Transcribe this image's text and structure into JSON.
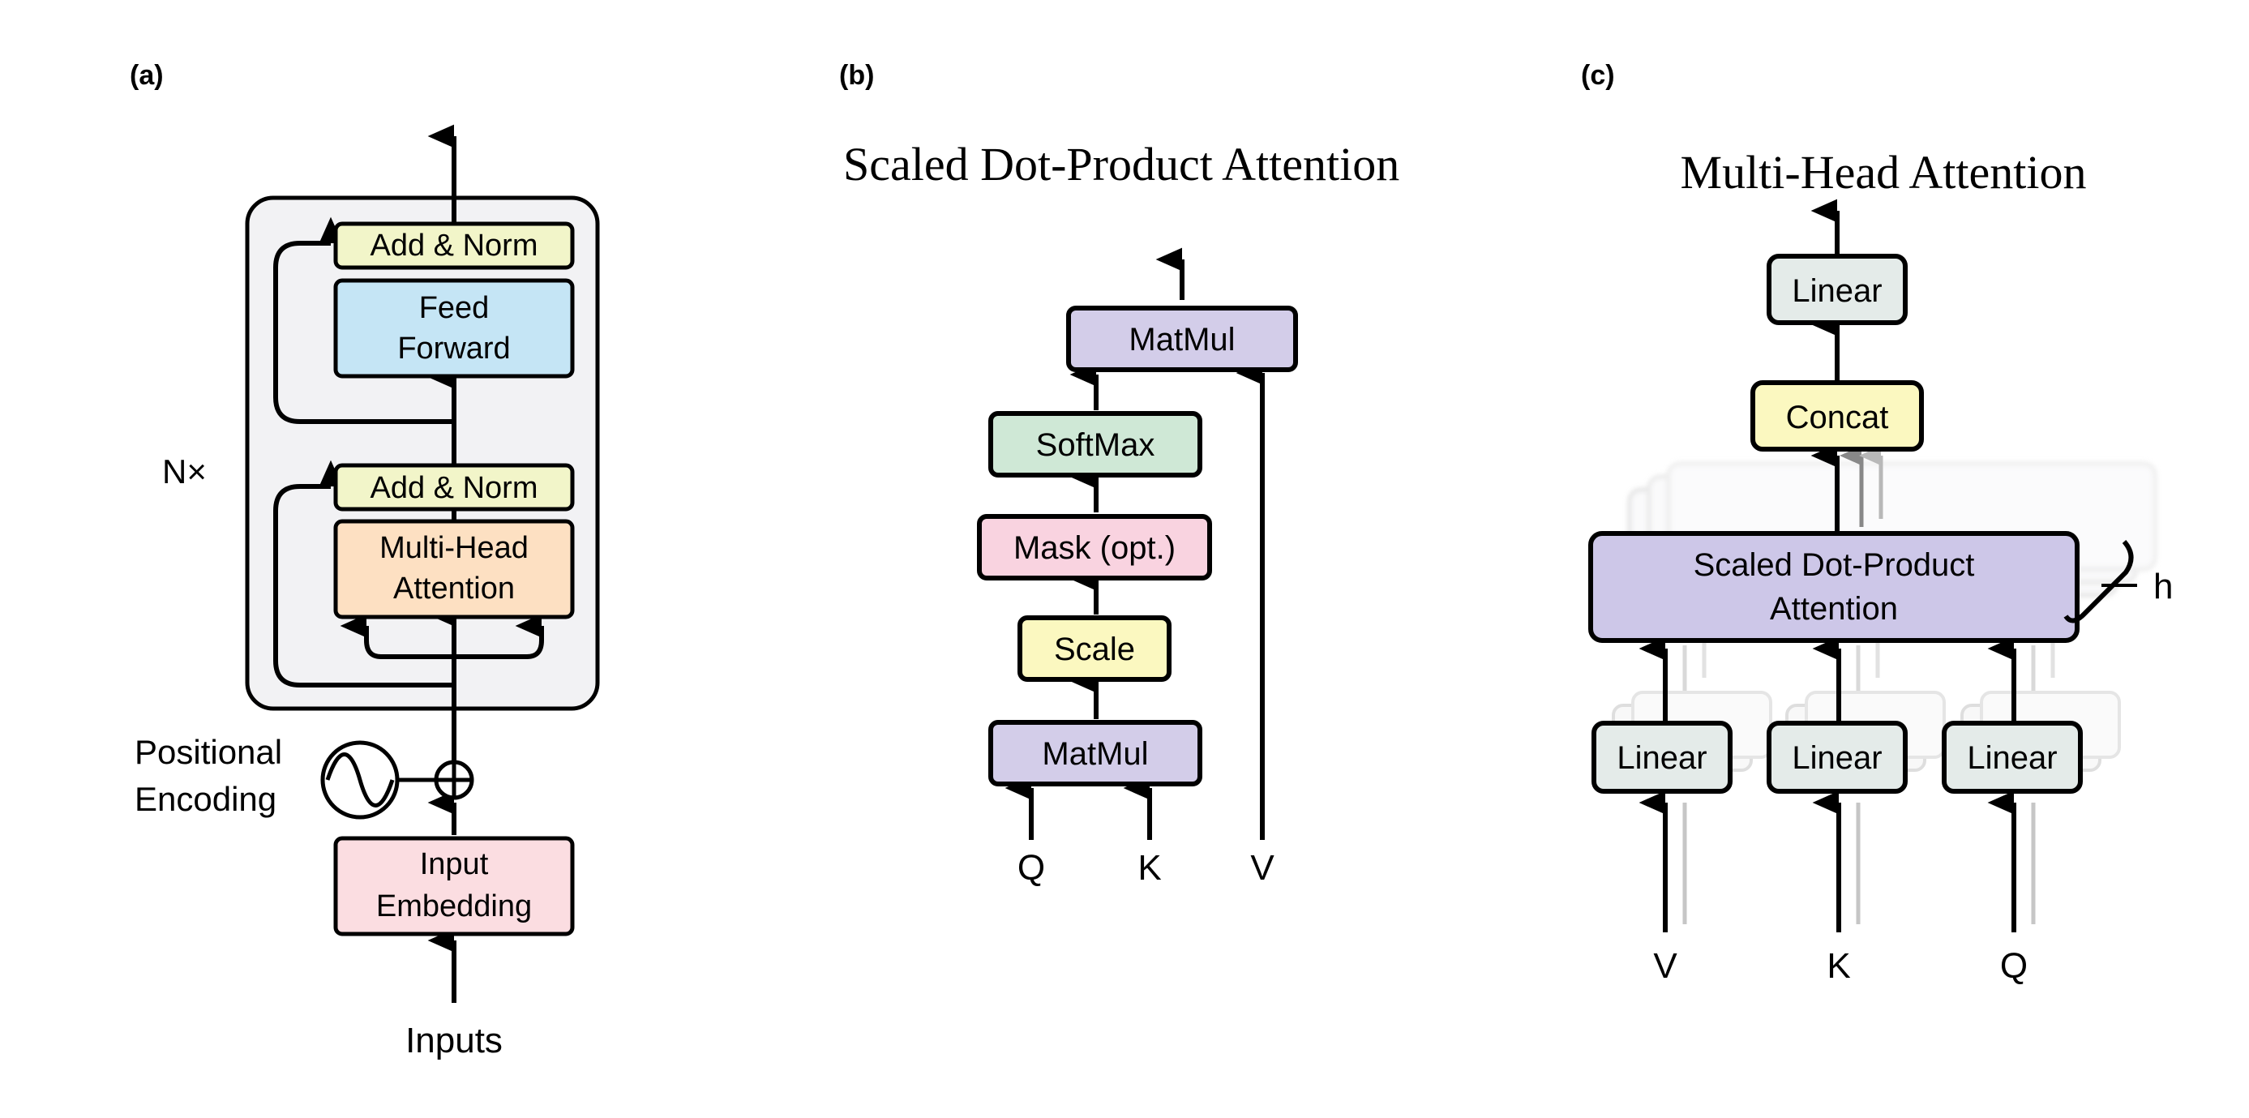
{
  "panel_labels": {
    "a": "(a)",
    "b": "(b)",
    "c": "(c)"
  },
  "panel_a": {
    "add_norm_top": "Add & Norm",
    "feed_forward": [
      "Feed",
      "Forward"
    ],
    "add_norm_bottom": "Add & Norm",
    "multi_head_attention": [
      "Multi-Head",
      "Attention"
    ],
    "nx": "N×",
    "positional_encoding": [
      "Positional",
      "Encoding"
    ],
    "input_embedding": [
      "Input",
      "Embedding"
    ],
    "inputs": "Inputs"
  },
  "panel_b": {
    "title": "Scaled Dot-Product Attention",
    "matmul_top": "MatMul",
    "softmax": "SoftMax",
    "mask": "Mask (opt.)",
    "scale": "Scale",
    "matmul_bottom": "MatMul",
    "q": "Q",
    "k": "K",
    "v": "V"
  },
  "panel_c": {
    "title": "Multi-Head Attention",
    "linear_top": "Linear",
    "concat": "Concat",
    "sdpa": [
      "Scaled Dot-Product",
      "Attention"
    ],
    "h": "h",
    "linear_v": "Linear",
    "linear_k": "Linear",
    "linear_q": "Linear",
    "v": "V",
    "k": "K",
    "q": "Q"
  },
  "colors": {
    "add_norm": "#f2f5c9",
    "feed_forward": "#c5e5f5",
    "multi_head": "#fde0c2",
    "input_embedding": "#fbdde1",
    "encoder_bg": "#f2f2f4",
    "matmul": "#d3cde9",
    "softmax": "#cfe8d6",
    "mask": "#f9d3e0",
    "scale": "#fbf8c0",
    "linear": "#e4ebe9",
    "concat": "#fbf8c0",
    "sdpa": "#cdc7e8"
  }
}
